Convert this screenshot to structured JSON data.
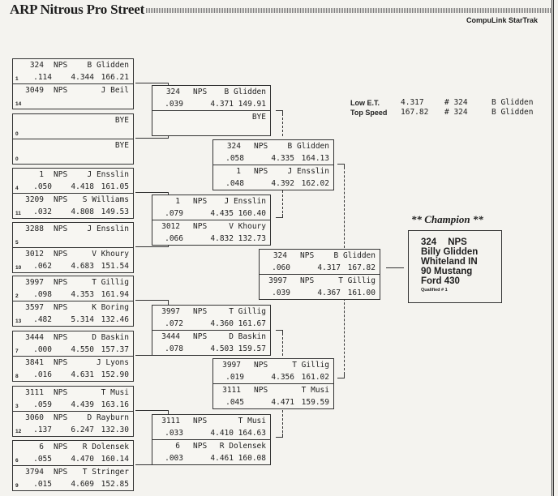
{
  "header": {
    "title": "ARP Nitrous Pro Street",
    "brand": "CompuLink StarTrak"
  },
  "stats": {
    "low_et": {
      "label": "Low  E.T.",
      "value": "4.317",
      "car": "# 324",
      "driver": "B Glidden"
    },
    "top_speed": {
      "label": "Top Speed",
      "value": "167.82",
      "car": "# 324",
      "driver": "B Glidden"
    }
  },
  "champion": {
    "heading": "** Champion **",
    "car": "324",
    "class": "NPS",
    "driver": "Billy Glidden",
    "hometown": "Whiteland IN",
    "car_desc": "90 Mustang",
    "engine": "Ford  430",
    "qualified": "Qualified # 1"
  },
  "round1": [
    {
      "top": {
        "car": "324",
        "cls": "NPS",
        "driver": "B Glidden",
        "seed": "1",
        "rt": ".114",
        "et": "4.344",
        "mph": "166.21"
      },
      "bottom": {
        "car": "3049",
        "cls": "NPS",
        "driver": "J Beil",
        "seed": "14",
        "rt": "",
        "et": "",
        "mph": ""
      }
    },
    {
      "top": {
        "car": "",
        "cls": "",
        "driver": "BYE",
        "seed": "0",
        "rt": "",
        "et": "",
        "mph": ""
      },
      "bottom": {
        "car": "",
        "cls": "",
        "driver": "BYE",
        "seed": "0",
        "rt": "",
        "et": "",
        "mph": ""
      }
    },
    {
      "top": {
        "car": "1",
        "cls": "NPS",
        "driver": "J Ensslin",
        "seed": "4",
        "rt": ".050",
        "et": "4.418",
        "mph": "161.05"
      },
      "bottom": {
        "car": "3209",
        "cls": "NPS",
        "driver": "S Williams",
        "seed": "11",
        "rt": ".032",
        "et": "4.808",
        "mph": "149.53"
      }
    },
    {
      "top": {
        "car": "3288",
        "cls": "NPS",
        "driver": "J Ensslin",
        "seed": "5",
        "rt": "",
        "et": "",
        "mph": ""
      },
      "bottom": {
        "car": "3012",
        "cls": "NPS",
        "driver": "V Khoury",
        "seed": "10",
        "rt": ".062",
        "et": "4.683",
        "mph": "151.54"
      }
    },
    {
      "top": {
        "car": "3997",
        "cls": "NPS",
        "driver": "T Gillig",
        "seed": "2",
        "rt": ".098",
        "et": "4.353",
        "mph": "161.94"
      },
      "bottom": {
        "car": "3597",
        "cls": "NPS",
        "driver": "K Boring",
        "seed": "13",
        "rt": ".482",
        "et": "5.314",
        "mph": "132.46"
      }
    },
    {
      "top": {
        "car": "3444",
        "cls": "NPS",
        "driver": "D Baskin",
        "seed": "7",
        "rt": ".000",
        "et": "4.550",
        "mph": "157.37"
      },
      "bottom": {
        "car": "3841",
        "cls": "NPS",
        "driver": "J Lyons",
        "seed": "8",
        "rt": ".016",
        "et": "4.631",
        "mph": "152.90"
      }
    },
    {
      "top": {
        "car": "3111",
        "cls": "NPS",
        "driver": "T Musi",
        "seed": "3",
        "rt": ".059",
        "et": "4.439",
        "mph": "163.16"
      },
      "bottom": {
        "car": "3060",
        "cls": "NPS",
        "driver": "D Rayburn",
        "seed": "12",
        "rt": ".137",
        "et": "6.247",
        "mph": "132.30"
      }
    },
    {
      "top": {
        "car": "6",
        "cls": "NPS",
        "driver": "R Dolensek",
        "seed": "6",
        "rt": ".055",
        "et": "4.470",
        "mph": "160.14"
      },
      "bottom": {
        "car": "3794",
        "cls": "NPS",
        "driver": "T Stringer",
        "seed": "9",
        "rt": ".015",
        "et": "4.609",
        "mph": "152.85"
      }
    }
  ],
  "round2": [
    {
      "top": {
        "car": "324",
        "cls": "NPS",
        "driver": "B Glidden",
        "rt": ".039",
        "et": "4.371",
        "mph": "149.91"
      },
      "bottom": {
        "car": "",
        "cls": "",
        "driver": "BYE",
        "rt": "",
        "et": "",
        "mph": ""
      }
    },
    {
      "top": {
        "car": "1",
        "cls": "NPS",
        "driver": "J Ensslin",
        "rt": ".079",
        "et": "4.435",
        "mph": "160.40"
      },
      "bottom": {
        "car": "3012",
        "cls": "NPS",
        "driver": "V Khoury",
        "rt": ".066",
        "et": "4.832",
        "mph": "132.73"
      }
    },
    {
      "top": {
        "car": "3997",
        "cls": "NPS",
        "driver": "T Gillig",
        "rt": ".072",
        "et": "4.360",
        "mph": "161.67"
      },
      "bottom": {
        "car": "3444",
        "cls": "NPS",
        "driver": "D Baskin",
        "rt": ".078",
        "et": "4.503",
        "mph": "159.57"
      }
    },
    {
      "top": {
        "car": "3111",
        "cls": "NPS",
        "driver": "T Musi",
        "rt": ".033",
        "et": "4.410",
        "mph": "164.63"
      },
      "bottom": {
        "car": "6",
        "cls": "NPS",
        "driver": "R Dolensek",
        "rt": ".003",
        "et": "4.461",
        "mph": "160.08"
      }
    }
  ],
  "semis": [
    {
      "top": {
        "car": "324",
        "cls": "NPS",
        "driver": "B Glidden",
        "rt": ".058",
        "et": "4.335",
        "mph": "164.13"
      },
      "bottom": {
        "car": "1",
        "cls": "NPS",
        "driver": "J Ensslin",
        "rt": ".048",
        "et": "4.392",
        "mph": "162.02"
      }
    },
    {
      "top": {
        "car": "3997",
        "cls": "NPS",
        "driver": "T Gillig",
        "rt": ".019",
        "et": "4.356",
        "mph": "161.02"
      },
      "bottom": {
        "car": "3111",
        "cls": "NPS",
        "driver": "T Musi",
        "rt": ".045",
        "et": "4.471",
        "mph": "159.59"
      }
    }
  ],
  "final": [
    {
      "top": {
        "car": "324",
        "cls": "NPS",
        "driver": "B Glidden",
        "rt": ".060",
        "et": "4.317",
        "mph": "167.82"
      },
      "bottom": {
        "car": "3997",
        "cls": "NPS",
        "driver": "T Gillig",
        "rt": ".039",
        "et": "4.367",
        "mph": "161.00"
      }
    }
  ]
}
